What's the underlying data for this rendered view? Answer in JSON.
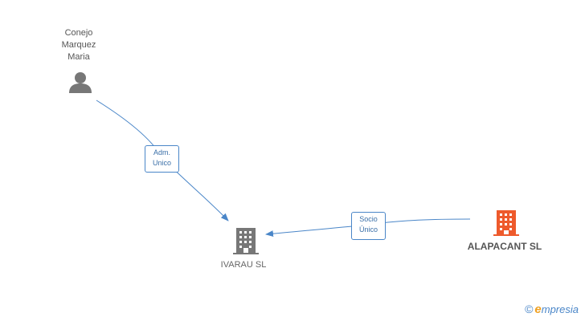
{
  "nodes": {
    "person": {
      "name_lines": [
        "Conejo",
        "Marquez",
        "Maria"
      ],
      "icon": "person-icon",
      "color": "#777777"
    },
    "ivarau": {
      "name": "IVARAU SL",
      "icon": "building-icon",
      "color": "#777777"
    },
    "alapacant": {
      "name": "ALAPACANT SL",
      "icon": "building-icon",
      "color": "#ee5a2c"
    }
  },
  "edges": {
    "adm": {
      "label_lines": [
        "Adm.",
        "Unico"
      ]
    },
    "socio": {
      "label_lines": [
        "Socio",
        "Único"
      ]
    },
    "color": "#4a86c8"
  },
  "watermark": {
    "symbol": "©",
    "brand_initial": "e",
    "brand_rest": "mpresia"
  }
}
